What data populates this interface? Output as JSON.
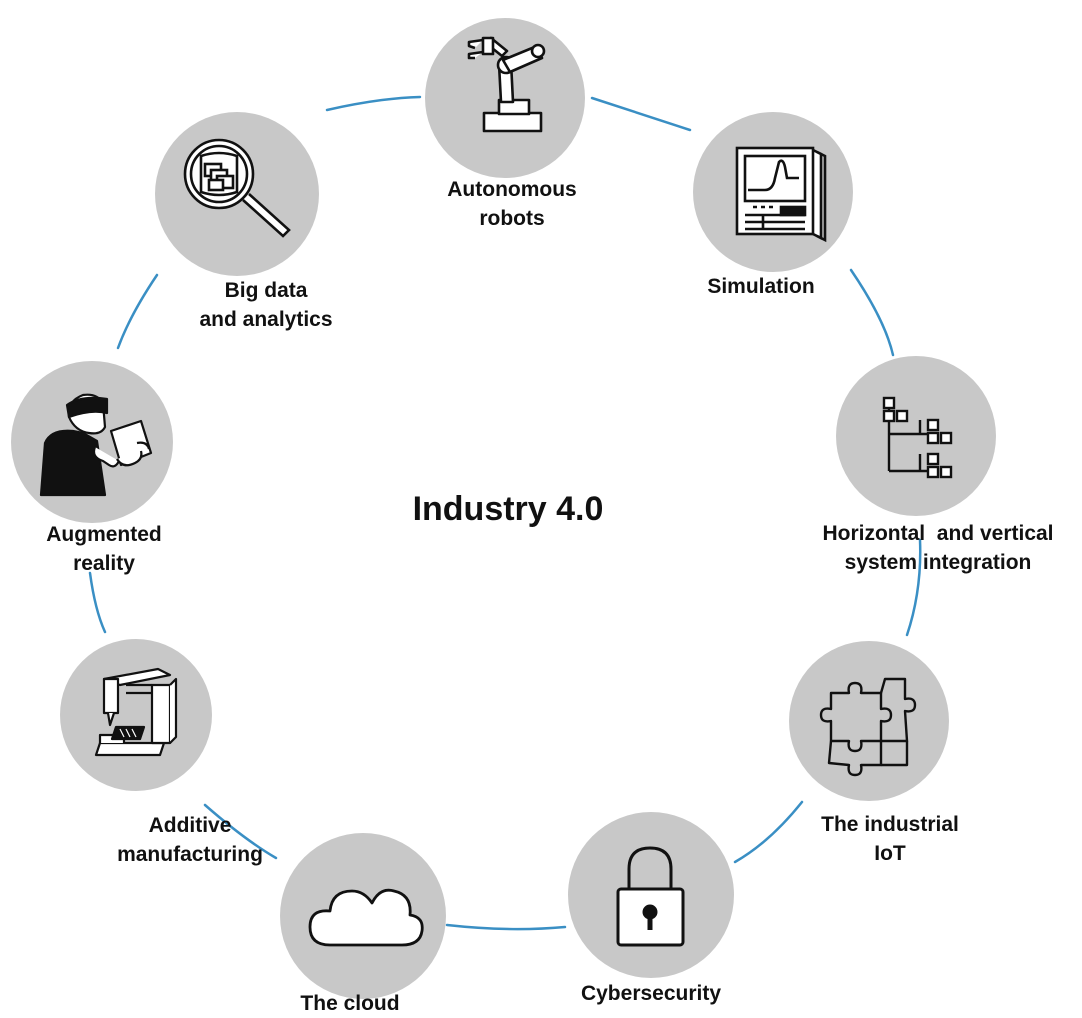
{
  "title": "Industry 4.0",
  "accent_color": "#3a8fc4",
  "node_color": "#c8c8c8",
  "nodes": [
    {
      "id": "robots",
      "icon": "robot-arm-icon",
      "lines": [
        "Autonomous",
        "robots"
      ]
    },
    {
      "id": "simulation",
      "icon": "simulation-monitor-icon",
      "lines": [
        "Simulation"
      ]
    },
    {
      "id": "integration",
      "icon": "hierarchy-tree-icon",
      "lines": [
        "Horizontal  and vertical",
        "system integration"
      ]
    },
    {
      "id": "iot",
      "icon": "puzzle-pieces-icon",
      "lines": [
        "The industrial",
        "IoT"
      ]
    },
    {
      "id": "cyber",
      "icon": "padlock-icon",
      "lines": [
        "Cybersecurity"
      ]
    },
    {
      "id": "cloud",
      "icon": "cloud-icon",
      "lines": [
        "The cloud"
      ]
    },
    {
      "id": "additive",
      "icon": "3d-printer-icon",
      "lines": [
        "Additive",
        "manufacturing"
      ]
    },
    {
      "id": "ar",
      "icon": "vr-headset-person-icon",
      "lines": [
        "Augmented",
        "reality"
      ]
    },
    {
      "id": "bigdata",
      "icon": "magnifier-database-icon",
      "lines": [
        "Big data",
        "and analytics"
      ]
    }
  ]
}
